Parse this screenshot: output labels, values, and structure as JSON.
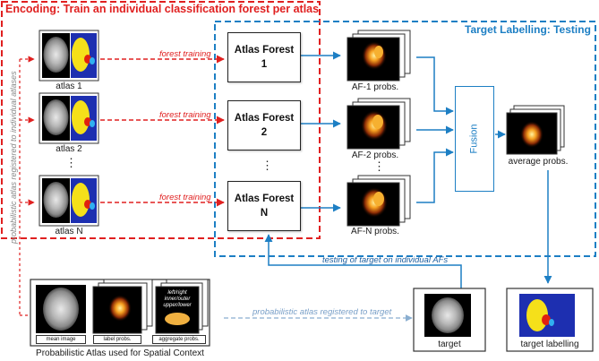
{
  "encoding_title": "Encoding: Train an individual classification forest per atlas",
  "testing_title": "Target Labelling: Testing",
  "side_label": "probabilistic atlas registered to individual atlases",
  "atlases": [
    {
      "label": "atlas 1",
      "forest_line1": "Atlas Forest",
      "forest_line2": "1",
      "prob_label": "AF-1 probs."
    },
    {
      "label": "atlas 2",
      "forest_line1": "Atlas Forest",
      "forest_line2": "2",
      "prob_label": "AF-2 probs."
    },
    {
      "label": "atlas N",
      "forest_line1": "Atlas Forest",
      "forest_line2": "N",
      "prob_label": "AF-N probs."
    }
  ],
  "forest_training_label": "forest training",
  "ellipsis": "⋮",
  "fusion_label": "Fusion",
  "average_label": "average probs.",
  "testing_label": "testing of target on individual AFs",
  "registered_to_target": "probabilistic atlas registered to target",
  "prob_atlas": {
    "caption": "Probabilistic Atlas used for Spatial Context",
    "mean_image": "mean image",
    "label_probs": "label probs.",
    "aggregate_probs": "aggregate probs.",
    "agg_line1": "left/right",
    "agg_line2": "inner/outer",
    "agg_line3": "upper/lower"
  },
  "target_label": "target",
  "target_labelling_label": "target labelling",
  "colors": {
    "red": "#e02020",
    "blue": "#1d7fc4",
    "orange": "#f0a020"
  },
  "icons": [
    "brain-mri-icon",
    "segmentation-map-icon",
    "probability-map-icon"
  ]
}
